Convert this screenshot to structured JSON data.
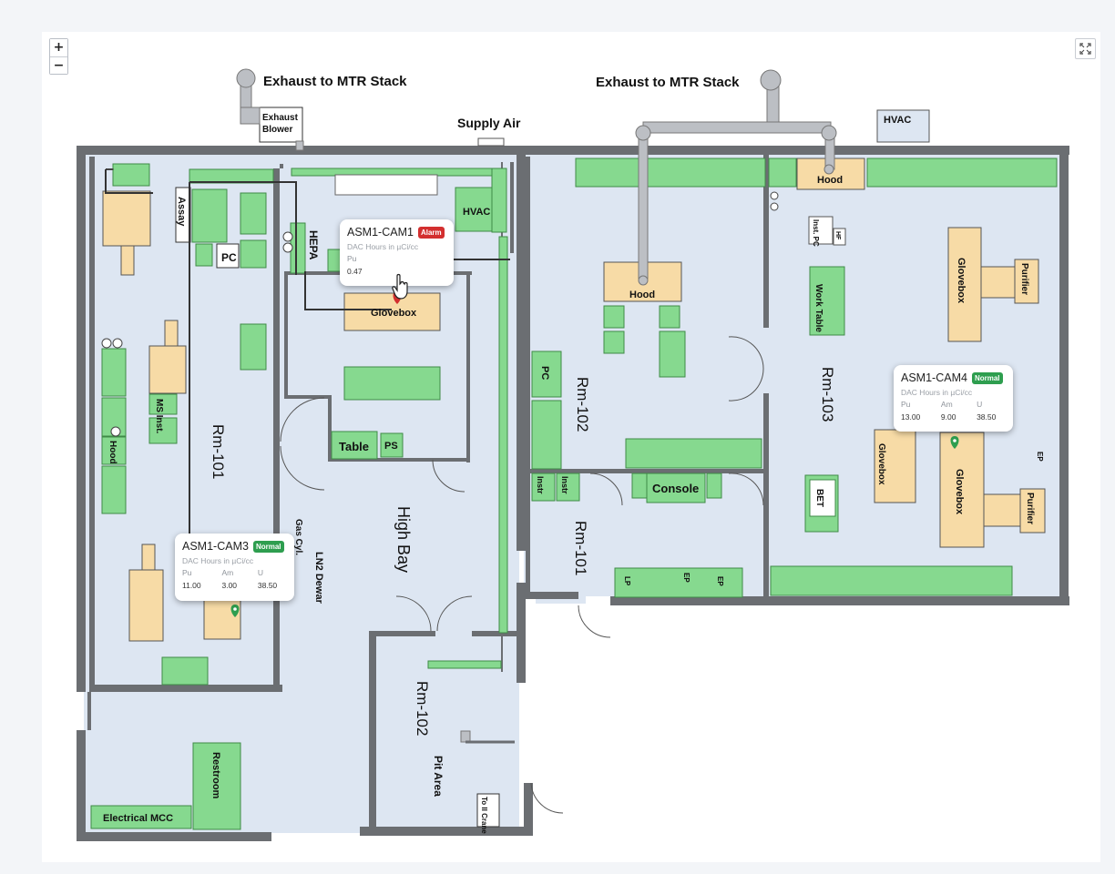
{
  "labels": {
    "exhaust_left": "Exhaust to MTR Stack",
    "exhaust_right": "Exhaust to MTR Stack",
    "exhaust_blower": "Exhaust Blower",
    "supply_air": "Supply Air",
    "hvac_top": "HVAC",
    "hvac_room": "HVAC",
    "hepa": "HEPA",
    "assay": "Assay",
    "pc_1": "PC",
    "pc_2": "PC",
    "glovebox_1": "Glovebox",
    "table": "Table",
    "ps": "PS",
    "ms_inst": "MS Inst.",
    "hood_left": "Hood",
    "rm101": "Rm-101",
    "rm101_b": "Rm-101",
    "gas_cyl": "Gas Cyl.",
    "ln2_dewar": "LN2 Dewar",
    "high_bay": "High Bay",
    "rm102": "Rm-102",
    "rm102_b": "Rm-102",
    "pit_area": "Pit Area",
    "to_crane": "To II Crane",
    "restroom": "Restroom",
    "electrical": "Electrical MCC",
    "hood_center": "Hood",
    "hood_right": "Hood",
    "console": "Console",
    "instr_1": "Instr",
    "instr_2": "Instr",
    "lp": "LP",
    "ep_1": "EP",
    "ep_2": "EP",
    "ep_3": "EP",
    "rm103": "Rm-103",
    "inst_pc": "Inst. PC",
    "hf": "HF",
    "work_table": "Work Table",
    "glovebox_2": "Glovebox",
    "purifier_1": "Purifier",
    "glovebox_3": "Glovebox",
    "glovebox_4": "Glovebox",
    "purifier_2": "Purifier",
    "bet": "BET"
  },
  "cams": [
    {
      "name": "ASM1-CAM1",
      "status": "Alarm",
      "subtitle": "DAC Hours in µCi/cc",
      "readings": [
        {
          "label": "Pu",
          "value": "0.47"
        }
      ]
    },
    {
      "name": "ASM1-CAM3",
      "status": "Normal",
      "subtitle": "DAC Hours in µCi/cc",
      "readings": [
        {
          "label": "Pu",
          "value": "11.00"
        },
        {
          "label": "Am",
          "value": "3.00"
        },
        {
          "label": "U",
          "value": "38.50"
        }
      ]
    },
    {
      "name": "ASM1-CAM4",
      "status": "Normal",
      "subtitle": "DAC Hours in µCi/cc",
      "readings": [
        {
          "label": "Pu",
          "value": "13.00"
        },
        {
          "label": "Am",
          "value": "9.00"
        },
        {
          "label": "U",
          "value": "38.50"
        }
      ]
    }
  ],
  "controls": {
    "zoom_in": "+",
    "zoom_out": "−"
  },
  "colors": {
    "wall": "#6b6e72",
    "floor": "#dde6f2",
    "equipment": "#86d98f",
    "equipment_tan": "#f7dba6",
    "alarm": "#d32f2f",
    "normal": "#2e9e4f",
    "marker": "#2e9e4f"
  },
  "icons": {
    "fullscreen": "fullscreen-icon",
    "marker": "map-pin-icon",
    "cursor": "hand-pointer-icon"
  }
}
